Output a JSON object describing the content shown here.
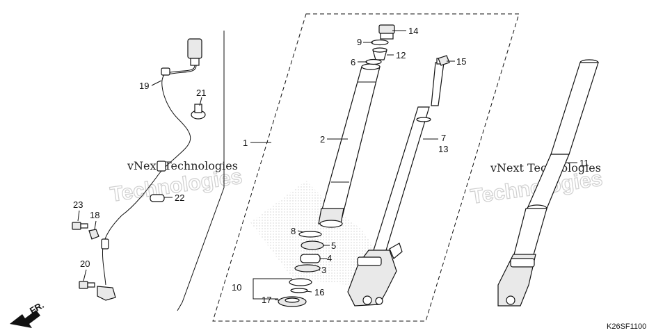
{
  "diagram_code": "K26SF1100",
  "direction_label": "FR.",
  "watermarks": [
    "vNext Technologies",
    "Technologies",
    "vNext Technologies",
    "Technologies"
  ],
  "callouts": {
    "c1": "1",
    "c2": "2",
    "c3": "3",
    "c4": "4",
    "c5": "5",
    "c6": "6",
    "c7": "7",
    "c8": "8",
    "c9": "9",
    "c10": "10",
    "c11": "11",
    "c12": "12",
    "c13": "13",
    "c14": "14",
    "c15": "15",
    "c16": "16",
    "c17": "17",
    "c18": "18",
    "c19": "19",
    "c20": "20",
    "c21": "21",
    "c22": "22",
    "c23": "23"
  }
}
